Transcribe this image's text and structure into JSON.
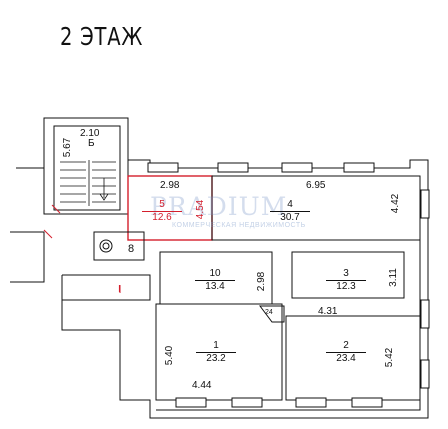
{
  "floor_title": "2 ЭТАЖ",
  "watermark": {
    "brand": "PRADIUM",
    "tagline": "КОММЕРЧЕСКАЯ НЕДВИЖИМОСТЬ"
  },
  "colors": {
    "walls": "#111111",
    "highlight": "#d41e2c",
    "watermark": "#7896c8"
  },
  "rooms": [
    {
      "id": "room-1",
      "number": "1",
      "area": "23.2",
      "highlighted": false
    },
    {
      "id": "room-2",
      "number": "2",
      "area": "23.4",
      "highlighted": false
    },
    {
      "id": "room-3",
      "number": "3",
      "area": "12.3",
      "highlighted": false
    },
    {
      "id": "room-4",
      "number": "4",
      "area": "30.7",
      "highlighted": false
    },
    {
      "id": "room-5",
      "number": "5",
      "area": "12.6",
      "highlighted": true
    },
    {
      "id": "room-10",
      "number": "10",
      "area": "13.4",
      "highlighted": false
    }
  ],
  "stair": {
    "number": "Б",
    "length": "5.67",
    "width": "2.10"
  },
  "other_labels": {
    "room_8": "8",
    "room_24": "24",
    "room_i": "I"
  },
  "dimensions": {
    "room5_width": "2.98",
    "room5_depth": "4.54",
    "room4_width": "6.95",
    "room4_depth": "4.42",
    "room10_depth": "2.98",
    "room3_depth": "3.11",
    "room2_width": "4.31",
    "room1_depth": "5.40",
    "room1_width": "4.44",
    "room2_depth": "5.42"
  }
}
